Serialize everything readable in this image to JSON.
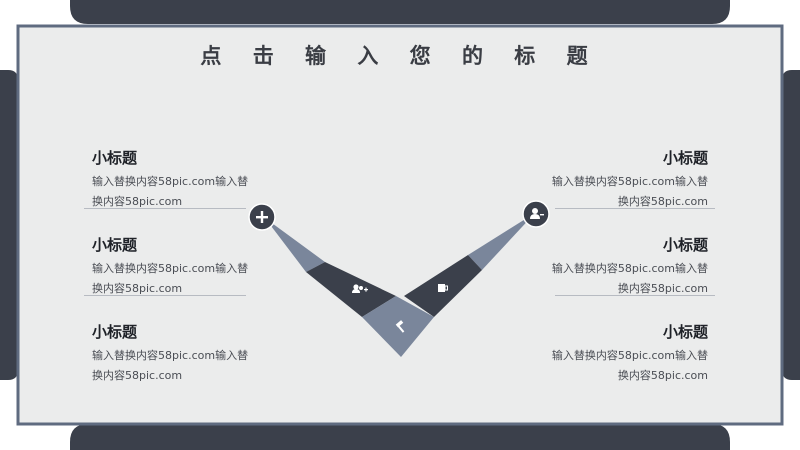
{
  "slide": {
    "title": "点 击 输 入 您 的 标 题",
    "colors": {
      "dark": "#3b404b",
      "slate": "#7a869b",
      "panel": "#ebecec",
      "border": "#5f6b80"
    }
  },
  "left_items": [
    {
      "heading": "小标题",
      "line1": "输入替换内容58pic.com输入替",
      "line2": "换内容58pic.com"
    },
    {
      "heading": "小标题",
      "line1": "输入替换内容58pic.com输入替",
      "line2": "换内容58pic.com"
    },
    {
      "heading": "小标题",
      "line1": "输入替换内容58pic.com输入替",
      "line2": "换内容58pic.com"
    }
  ],
  "right_items": [
    {
      "heading": "小标题",
      "line1": "输入替换内容58pic.com输入替",
      "line2": "换内容58pic.com"
    },
    {
      "heading": "小标题",
      "line1": "输入替换内容58pic.com输入替",
      "line2": "换内容58pic.com"
    },
    {
      "heading": "小标题",
      "line1": "输入替换内容58pic.com输入替",
      "line2": "换内容58pic.com"
    }
  ],
  "icons": {
    "left_node": "plus-icon",
    "right_node": "user-icon",
    "left_tile": "add-user-icon",
    "right_tile": "cup-icon",
    "bottom_tile": "gavel-icon"
  }
}
